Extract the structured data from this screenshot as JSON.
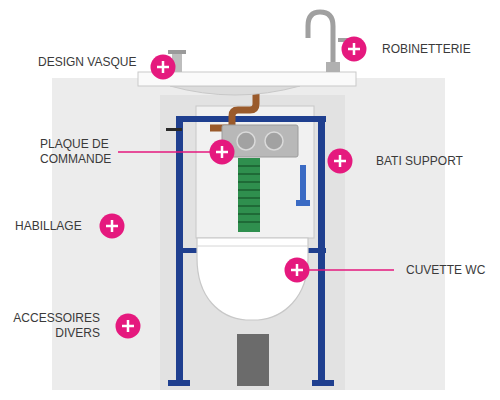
{
  "diagram": {
    "labels": [
      "DESIGN VASQUE",
      "ROBINETTERIE",
      "PLAQUE DE COMMANDE",
      "BATI SUPPORT",
      "HABILLAGE",
      "CUVETTE WC",
      "ACCESSOIRES DIVERS"
    ]
  }
}
